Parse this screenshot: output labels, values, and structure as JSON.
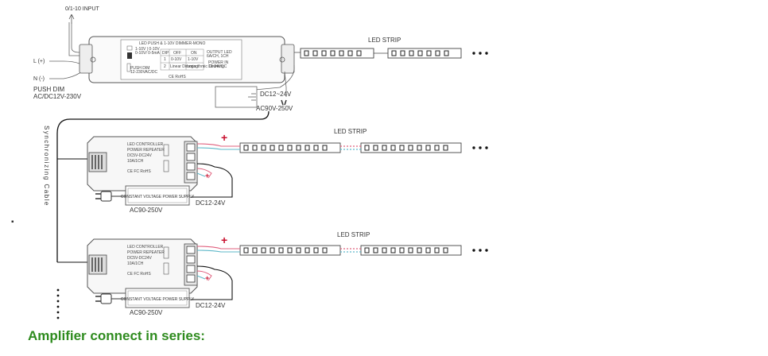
{
  "dimmer": {
    "input_label": "0/1-10 INPUT",
    "l_label": "L (+)",
    "n_label": "N (-)",
    "push_dim": "PUSH DIM",
    "voltage": "AC/DC12V-230V",
    "title": "LED PUSH & 1-10V DIMMER-MONO",
    "range_line1": "1-10V | 0-10V",
    "range_line2": "0-10V/ 0-5mA",
    "dip_headers": [
      "DIP",
      "OFF",
      "ON"
    ],
    "dip_rows": [
      [
        "1",
        "0-10V",
        "1-10V"
      ],
      [
        "2",
        "Linear Dimming",
        "Logarithmic Dimming"
      ]
    ],
    "output_led_line1": "OUTPUT LED",
    "output_led_line2": "6A/CH, 1CH",
    "power_in_line1": "POWER IN",
    "power_in_line2": "12-24VDC",
    "push_dim_line1": "PUSH DIM",
    "push_dim_line2": "12-230VAC/DC",
    "marks": "CE RoHS",
    "psu_dc": "DC12~24V",
    "psu_ac": "AC90V-250V"
  },
  "sync_label": "Synchronizing Cable",
  "strips": [
    {
      "label": "LED STRIP"
    },
    {
      "label": "LED STRIP"
    },
    {
      "label": "LED STRIP"
    }
  ],
  "repeaters": [
    {
      "line1": "LED CONTROLLER",
      "line2": "POWER REPEATER",
      "line3": "DC5V-DC24V",
      "line4": "10A/1CH",
      "marks": "CE FC RoHS",
      "psu_label": "CONSTANT VOLTAGE POWER SUPPLY",
      "ac": "AC90-250V",
      "dc": "DC12-24V",
      "plus": "+"
    },
    {
      "line1": "LED CONTROLLER",
      "line2": "POWER REPEATER",
      "line3": "DC5V-DC24V",
      "line4": "10A/1CH",
      "marks": "CE FC RoHS",
      "psu_label": "CONSTANT VOLTAGE POWER SUPPLY",
      "ac": "AC90-250V",
      "dc": "DC12-24V",
      "plus": "+"
    }
  ],
  "caption": "Amplifier connect in series:",
  "colors": {
    "caption": "#2e8b1e",
    "plus": "#c8102e",
    "cyan": "#5fb8c9",
    "pink": "#e0607e"
  }
}
